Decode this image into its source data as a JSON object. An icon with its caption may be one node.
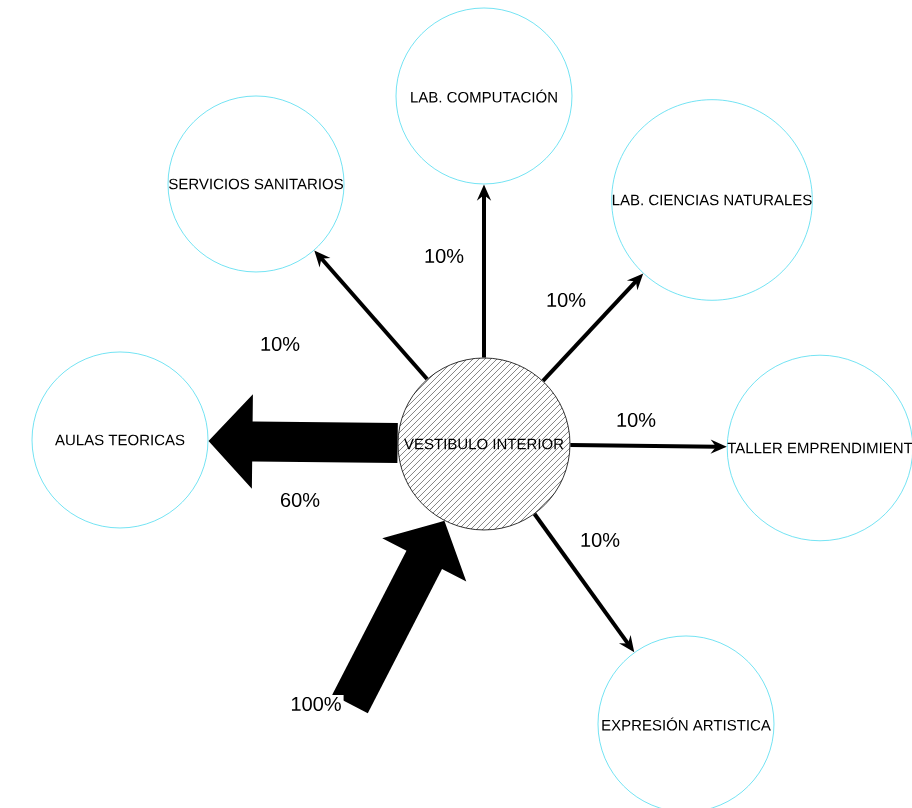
{
  "diagram": {
    "nodes": [
      {
        "text": [
          "VESTIBULO INTERIOR"
        ]
      },
      {
        "text": [
          "SERVICIOS SANITARIOS"
        ]
      },
      {
        "text": [
          "LAB. COMPUTACIÓN"
        ]
      },
      {
        "text": [
          "LAB. CIENCIAS NATURALES"
        ]
      },
      {
        "text": [
          "AULAS TEORICAS"
        ]
      },
      {
        "text": [
          "TALLER EMPRENDIMIENT"
        ]
      },
      {
        "text": [
          "EXPRESIÓN ARTISTICA"
        ]
      }
    ],
    "edges": [
      {
        "from": 0,
        "to": 1,
        "arrow": "to",
        "label": "10%"
      },
      {
        "from": 0,
        "to": 2,
        "arrow": "to",
        "label": "10%"
      },
      {
        "from": 0,
        "to": 3,
        "arrow": "to",
        "label": "10%"
      },
      {
        "from": 0,
        "to": 4,
        "arrow": "to",
        "label": "60%",
        "style": "thick"
      },
      {
        "from": 0,
        "to": 5,
        "arrow": "to",
        "label": "10%"
      },
      {
        "from": 0,
        "to": 6,
        "arrow": "to",
        "label": "10%"
      },
      {
        "from": null,
        "to": 0,
        "arrow": "to",
        "label": "100%",
        "style": "thick"
      }
    ]
  }
}
